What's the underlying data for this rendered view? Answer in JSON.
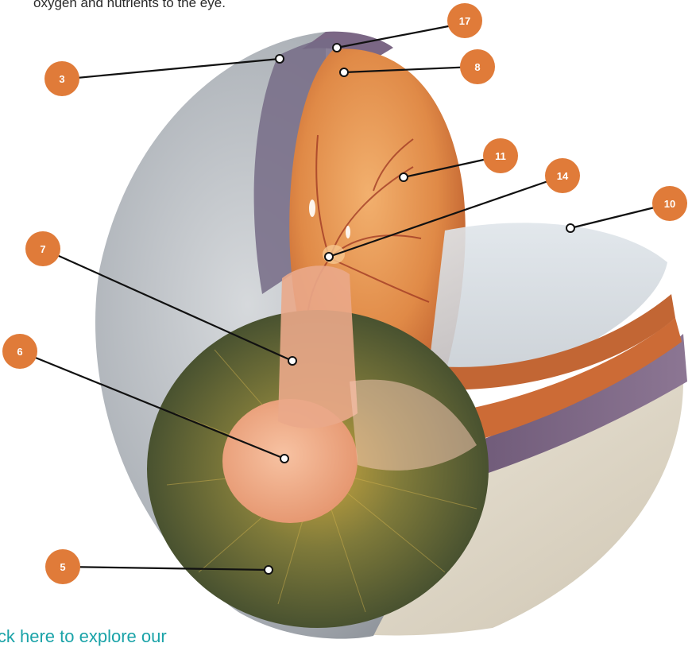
{
  "intro_text_fragment": "oxygen and nutrients to the eye.",
  "explore_link": "ick here to explore our",
  "colors": {
    "badge": "#e07b39",
    "link": "#1aa3a8",
    "sclera": "#b9bec4",
    "retina": "#e3904f"
  },
  "labels": [
    {
      "id": "3",
      "text": "3"
    },
    {
      "id": "17",
      "text": "17"
    },
    {
      "id": "8",
      "text": "8"
    },
    {
      "id": "11",
      "text": "11"
    },
    {
      "id": "14",
      "text": "14"
    },
    {
      "id": "10",
      "text": "10"
    },
    {
      "id": "7",
      "text": "7"
    },
    {
      "id": "6",
      "text": "6"
    },
    {
      "id": "5",
      "text": "5"
    }
  ]
}
